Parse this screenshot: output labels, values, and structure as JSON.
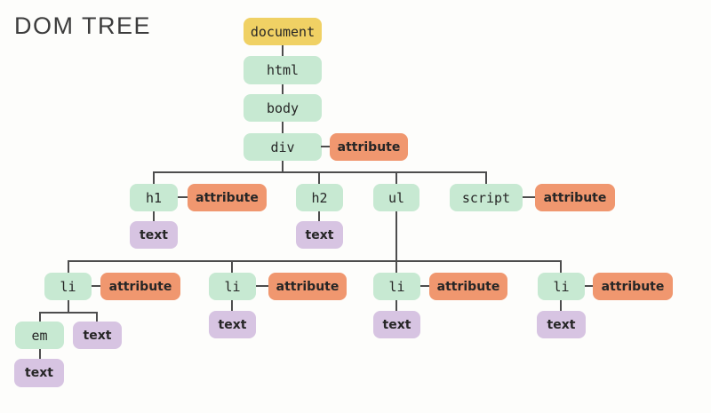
{
  "title": "DOM TREE",
  "labels": {
    "document": "document",
    "html": "html",
    "body": "body",
    "div": "div",
    "h1": "h1",
    "h2": "h2",
    "ul": "ul",
    "script": "script",
    "li": "li",
    "em": "em",
    "text": "text",
    "attribute": "attribute"
  },
  "colors": {
    "document_node": "#f0d164",
    "element_node": "#c7e9d2",
    "attribute_node": "#f0976f",
    "text_node": "#d7c4e2",
    "connector": "#4d4d4d",
    "background": "#fdfdfb",
    "title_text": "#3c3c3c",
    "label_text": "#262626"
  }
}
